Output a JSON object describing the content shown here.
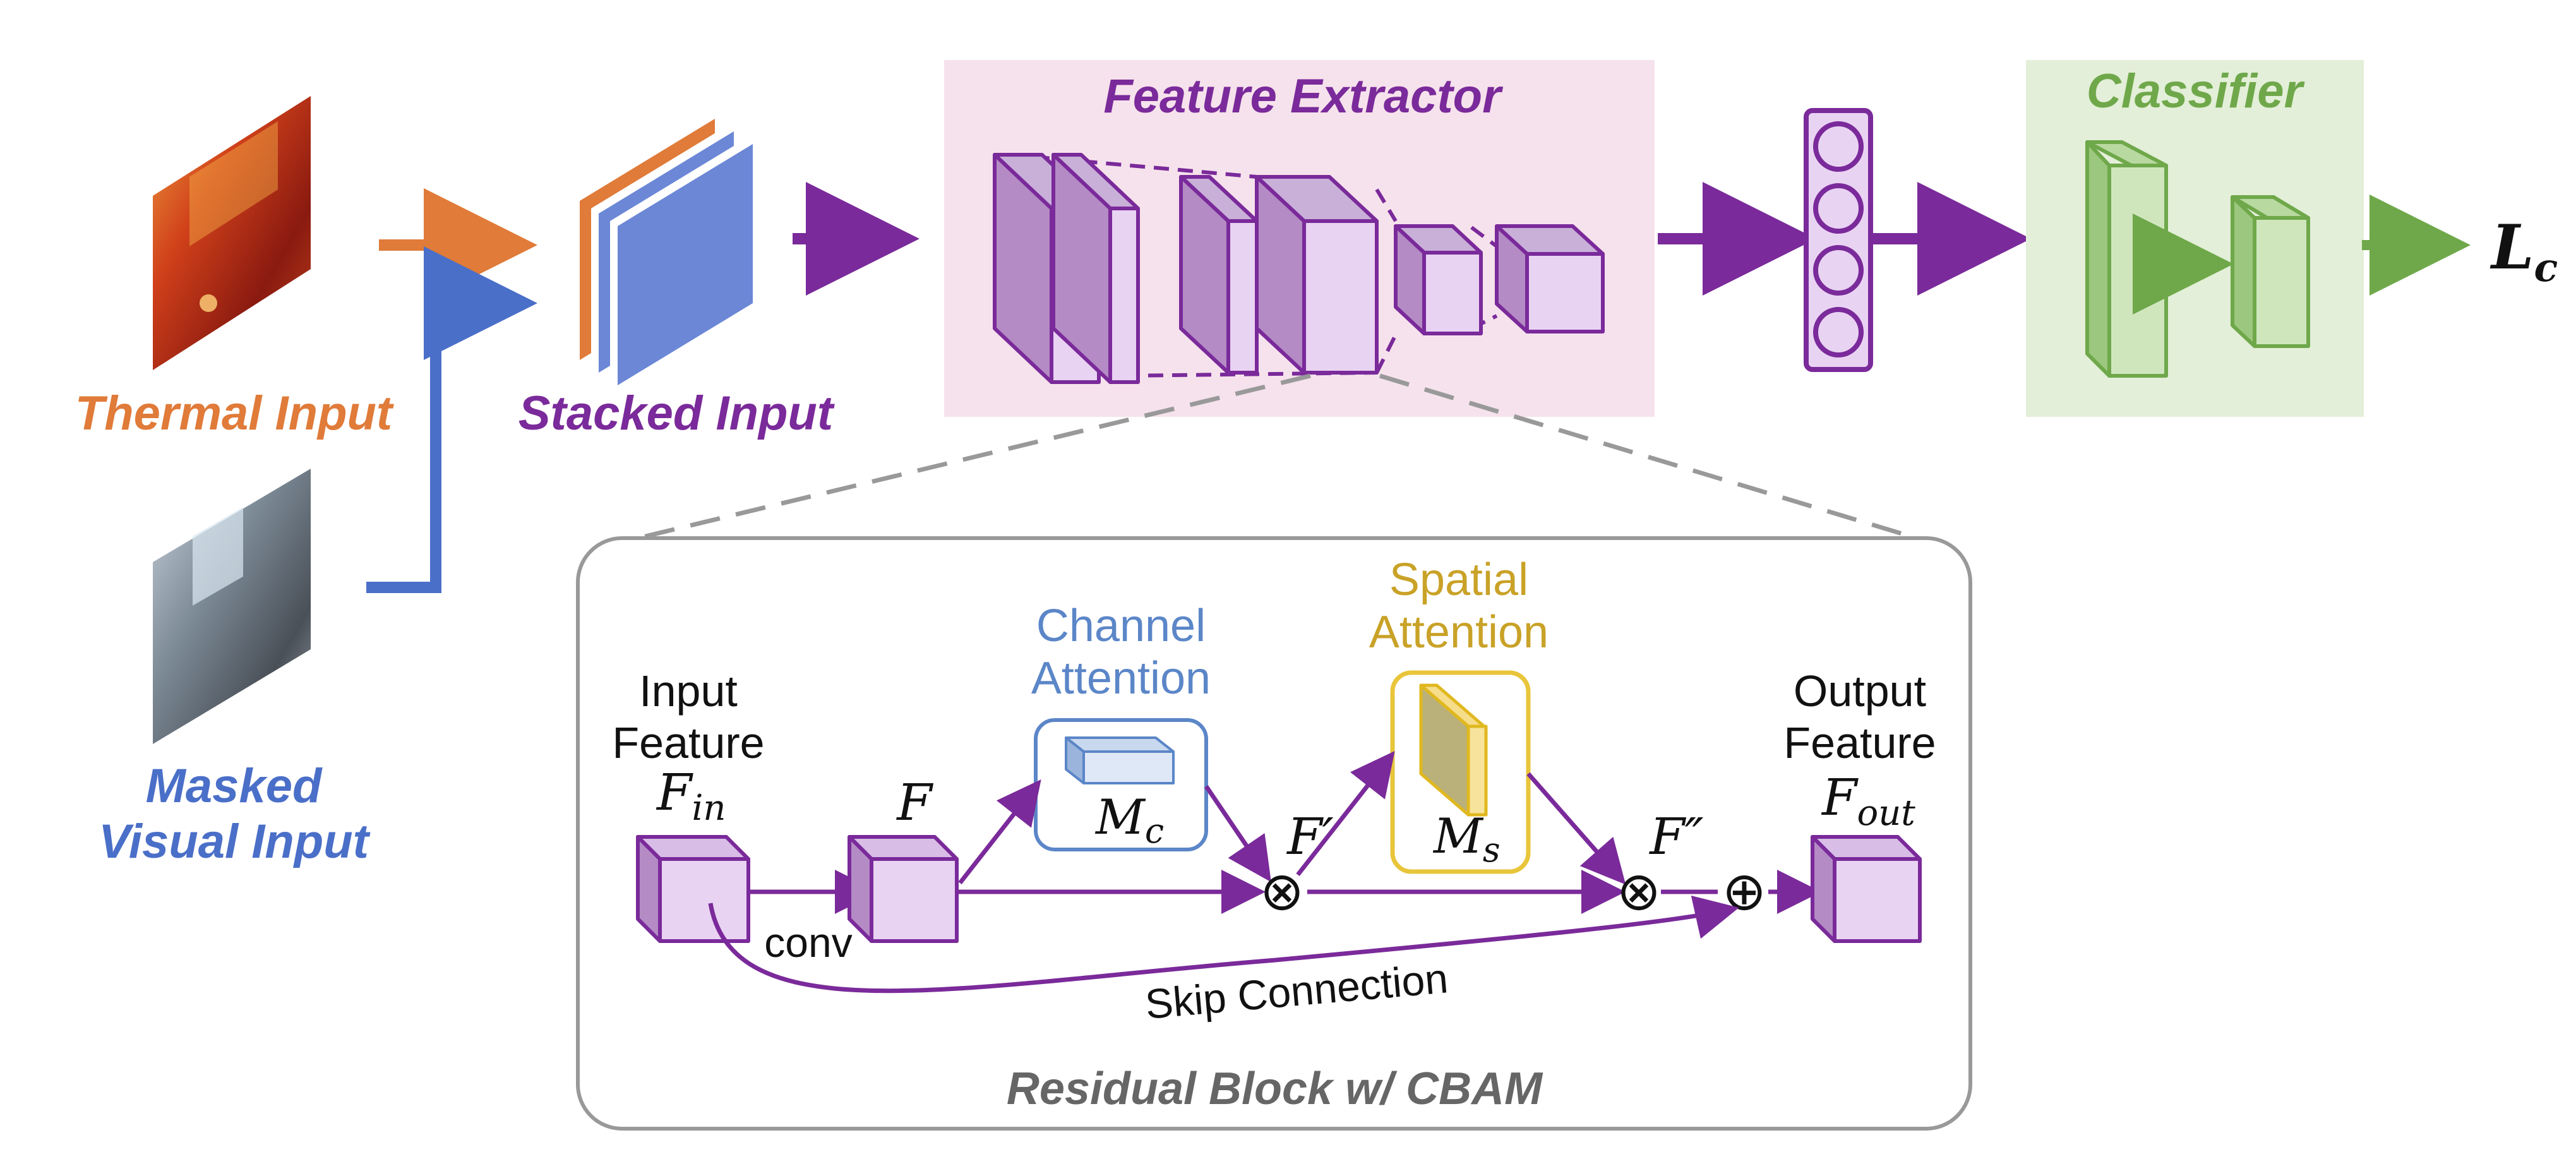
{
  "colors": {
    "thermal": "#e07b39",
    "visual": "#4a6fc8",
    "purple": "#7a2a9a",
    "purple_fill": "#e9d3f3",
    "purple_dark": "#b48bc4",
    "extractor_bg": "#f6e2ec",
    "classifier_bg": "#e3efd8",
    "green": "#6fa84a",
    "green_fill": "#cfe6bd",
    "channel_blue": "#5b86c8",
    "spatial_gold": "#c9a227",
    "grey": "#999999"
  },
  "labels": {
    "thermal_input": "Thermal Input",
    "masked_visual_line1": "Masked",
    "masked_visual_line2": "Visual Input",
    "stacked_input": "Stacked Input",
    "feature_extractor": "Feature Extractor",
    "classifier": "Classifier",
    "loss": "L",
    "loss_sub": "c",
    "residual_block": "Residual Block w/ CBAM"
  },
  "cbam": {
    "input_feature_line1": "Input",
    "input_feature_line2": "Feature",
    "f_in": "F",
    "f_in_sub": "in",
    "conv": "conv",
    "f": "F",
    "channel_attention_line1": "Channel",
    "channel_attention_line2": "Attention",
    "m_c": "M",
    "m_c_sub": "c",
    "f_prime": "F′",
    "spatial_attention_line1": "Spatial",
    "spatial_attention_line2": "Attention",
    "m_s": "M",
    "m_s_sub": "s",
    "f_double_prime": "F″",
    "output_feature_line1": "Output",
    "output_feature_line2": "Feature",
    "f_out": "F",
    "f_out_sub": "out",
    "skip_connection": "Skip Connection",
    "multiply_symbol": "⊗",
    "add_symbol": "⊕"
  }
}
